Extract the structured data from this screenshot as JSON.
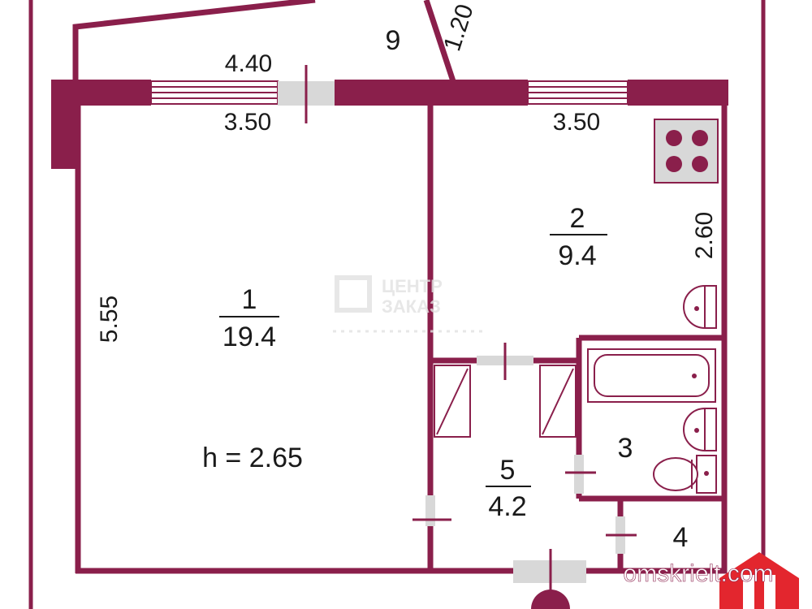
{
  "colors": {
    "wall": "#8a1f4b",
    "door_gray": "#d8d8d8",
    "logo_red": "#e3262e",
    "ink": "#1a1a1a"
  },
  "dimensions": {
    "balcony_width": "4.40",
    "room1_width": "3.50",
    "room2_width": "3.50",
    "room1_length": "5.55",
    "room2_length": "2.60",
    "balcony_side": "1.20"
  },
  "rooms": [
    {
      "number": "1",
      "area": "19.4"
    },
    {
      "number": "2",
      "area": "9.4"
    },
    {
      "number": "3"
    },
    {
      "number": "4"
    },
    {
      "number": "5",
      "area": "4.2"
    },
    {
      "number": "9"
    }
  ],
  "ceiling_height": "h = 2.65",
  "watermark": {
    "site": "omskrielt.com"
  },
  "icons": [
    "stove-icon",
    "sink-icon",
    "bathtub-icon",
    "toilet-icon",
    "logo-house-icon"
  ]
}
